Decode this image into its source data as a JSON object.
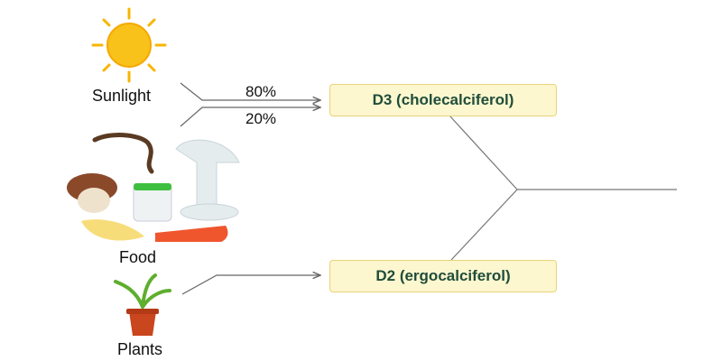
{
  "sources": {
    "sunlight": "Sunlight",
    "food": "Food",
    "plants": "Plants"
  },
  "percentages": {
    "sunlight_to_d3": "80%",
    "food_to_d3": "20%"
  },
  "outputs": {
    "d3": "D3 (cholecalciferol)",
    "d2": "D2 (ergocalciferol)"
  },
  "colors": {
    "box_fill": "#fdf7cf",
    "box_border": "#e8d37a",
    "box_text": "#1f4d3a"
  }
}
